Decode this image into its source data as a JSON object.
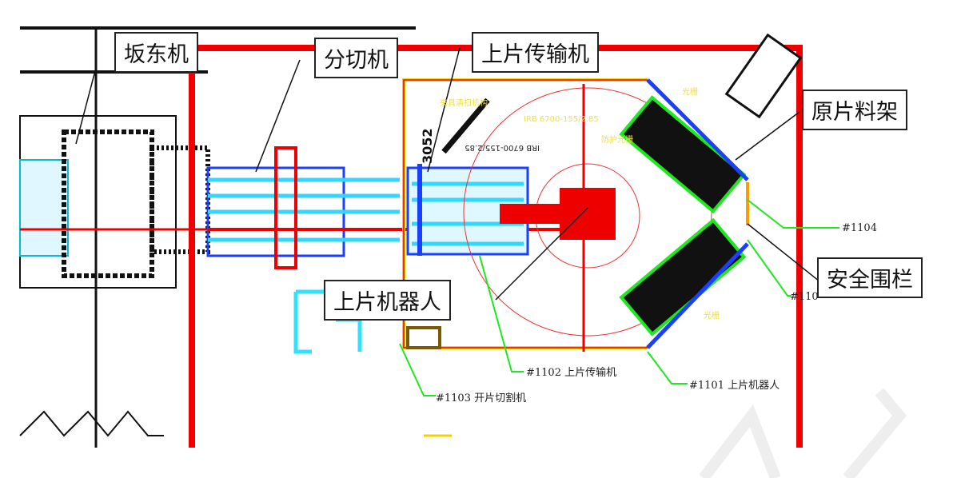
{
  "callouts": {
    "kundong": "坂东机",
    "fenqie": "分切机",
    "shangpian_conveyor": "上片传输机",
    "yuanpian_rack": "原片料架",
    "robot": "上片机器人",
    "fence": "安全围栏"
  },
  "tags": {
    "t1104": "#1104",
    "t1105": "#110",
    "t1102": "#1102 上片传输机",
    "t1101": "#1101 上片机器人",
    "t1103": "#1103 开片切割机"
  },
  "drawing": {
    "dim": "3052",
    "robot_model": "IRB 6700-155/2.85",
    "robot_model_top": "IRB 6700-155/2.85",
    "clean_mech": "夹具清扫机构",
    "guard_light": "防护光栅",
    "light1": "光栅",
    "light2": "光栅"
  }
}
